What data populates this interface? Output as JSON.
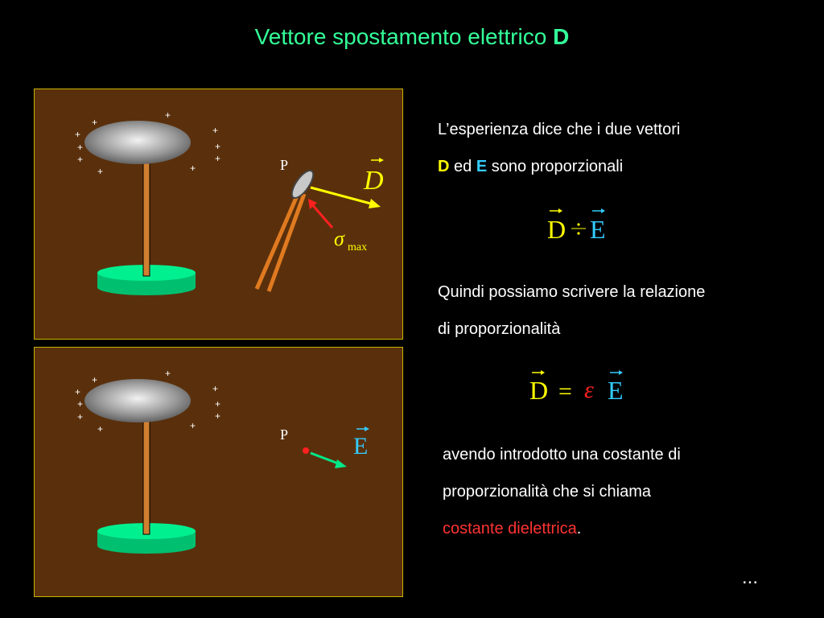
{
  "title": {
    "main": "Vettore spostamento elettrico",
    "bold": "D"
  },
  "panel_top": {
    "point_label": "P",
    "vector_label": "D",
    "sigma": "σ",
    "sigma_sub": "max",
    "plus": "+"
  },
  "panel_bottom": {
    "point_label": "P",
    "vector_label": "E",
    "plus": "+"
  },
  "text1": {
    "line1": "L’esperienza dice che i due vettori",
    "d": "D",
    "ed": " ed ",
    "e": "E",
    "rest": " sono proporzionali"
  },
  "eq1": {
    "left": "D",
    "right": "E"
  },
  "text2": {
    "line1": "Quindi possiamo scrivere la relazione",
    "line2": "di proporzionalità"
  },
  "eq2": {
    "left": "D",
    "equals": "=",
    "eps": "ε",
    "right": "E"
  },
  "text3": {
    "line1": "avendo introdotto una costante di",
    "line2": "proporzionalità che si chiama",
    "highlight": "costante dielettrica",
    "dot": "."
  },
  "footer": {
    "ellipsis": "..."
  },
  "colors": {
    "title": "#33ff99",
    "yellow": "#ffff00",
    "cyan": "#33ccff",
    "red": "#ff3333",
    "panel": "#5a300c",
    "base": "#00e888"
  }
}
